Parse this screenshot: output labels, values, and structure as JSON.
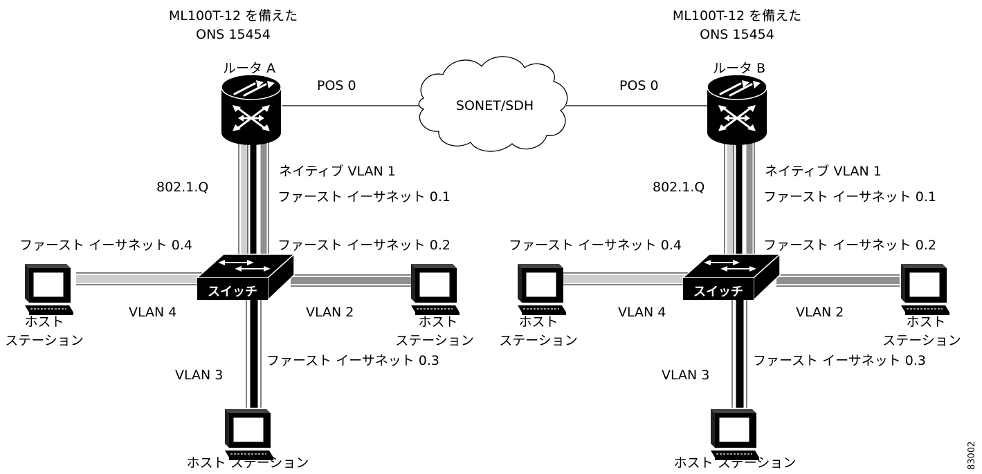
{
  "colors": {
    "black": "#000000",
    "dark_gray": "#8f8f8f",
    "light_gray": "#cfcfcf",
    "background": "#ffffff"
  },
  "figure_id": "83002",
  "cloud": {
    "label": "SONET/SDH"
  },
  "sites": [
    {
      "node_label_line1": "ML100T-12 を備えた",
      "node_label_line2": "ONS 15454",
      "router_name": "ルータ A",
      "pos_label": "POS 0",
      "trunk_label": "802.1.Q",
      "native_vlan": "ネイティブ VLAN 1",
      "fe_01": "ファースト イーサネット 0.1",
      "fe_02": "ファースト イーサネット 0.2",
      "fe_03": "ファースト イーサネット 0.3",
      "fe_04": "ファースト イーサネット 0.4",
      "switch_label": "スイッチ",
      "vlan2": "VLAN 2",
      "vlan3": "VLAN 3",
      "vlan4": "VLAN 4",
      "host_left_line1": "ホスト",
      "host_left_line2": "ステーション",
      "host_right_line1": "ホスト",
      "host_right_line2": "ステーション",
      "host_bottom": "ホスト ステーション"
    },
    {
      "node_label_line1": "ML100T-12 を備えた",
      "node_label_line2": "ONS 15454",
      "router_name": "ルータ B",
      "pos_label": "POS 0",
      "trunk_label": "802.1.Q",
      "native_vlan": "ネイティブ VLAN 1",
      "fe_01": "ファースト イーサネット 0.1",
      "fe_02": "ファースト イーサネット 0.2",
      "fe_03": "ファースト イーサネット 0.3",
      "fe_04": "ファースト イーサネット 0.4",
      "switch_label": "スイッチ",
      "vlan2": "VLAN 2",
      "vlan3": "VLAN 3",
      "vlan4": "VLAN 4",
      "host_left_line1": "ホスト",
      "host_left_line2": "ステーション",
      "host_right_line1": "ホスト",
      "host_right_line2": "ステーション",
      "host_bottom": "ホスト ステーション"
    }
  ]
}
